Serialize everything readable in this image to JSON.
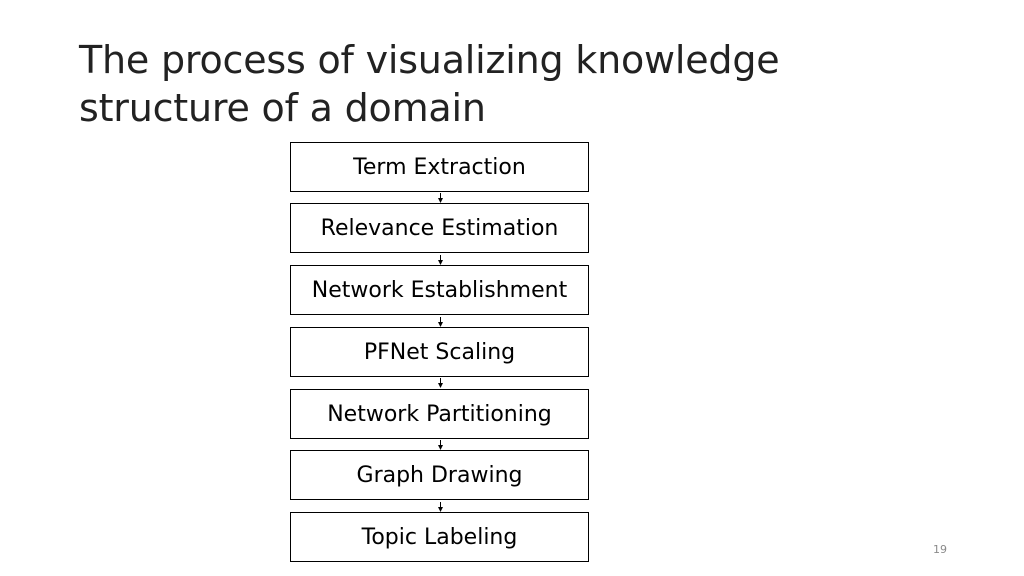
{
  "slide": {
    "title_lines": [
      "The process of visualizing knowledge",
      "structure of a domain"
    ],
    "steps": [
      "Term Extraction",
      "Relevance Estimation",
      "Network Establishment",
      "PFNet Scaling",
      "Network Partitioning",
      "Graph Drawing",
      "Topic Labeling"
    ],
    "page_number": "19"
  }
}
